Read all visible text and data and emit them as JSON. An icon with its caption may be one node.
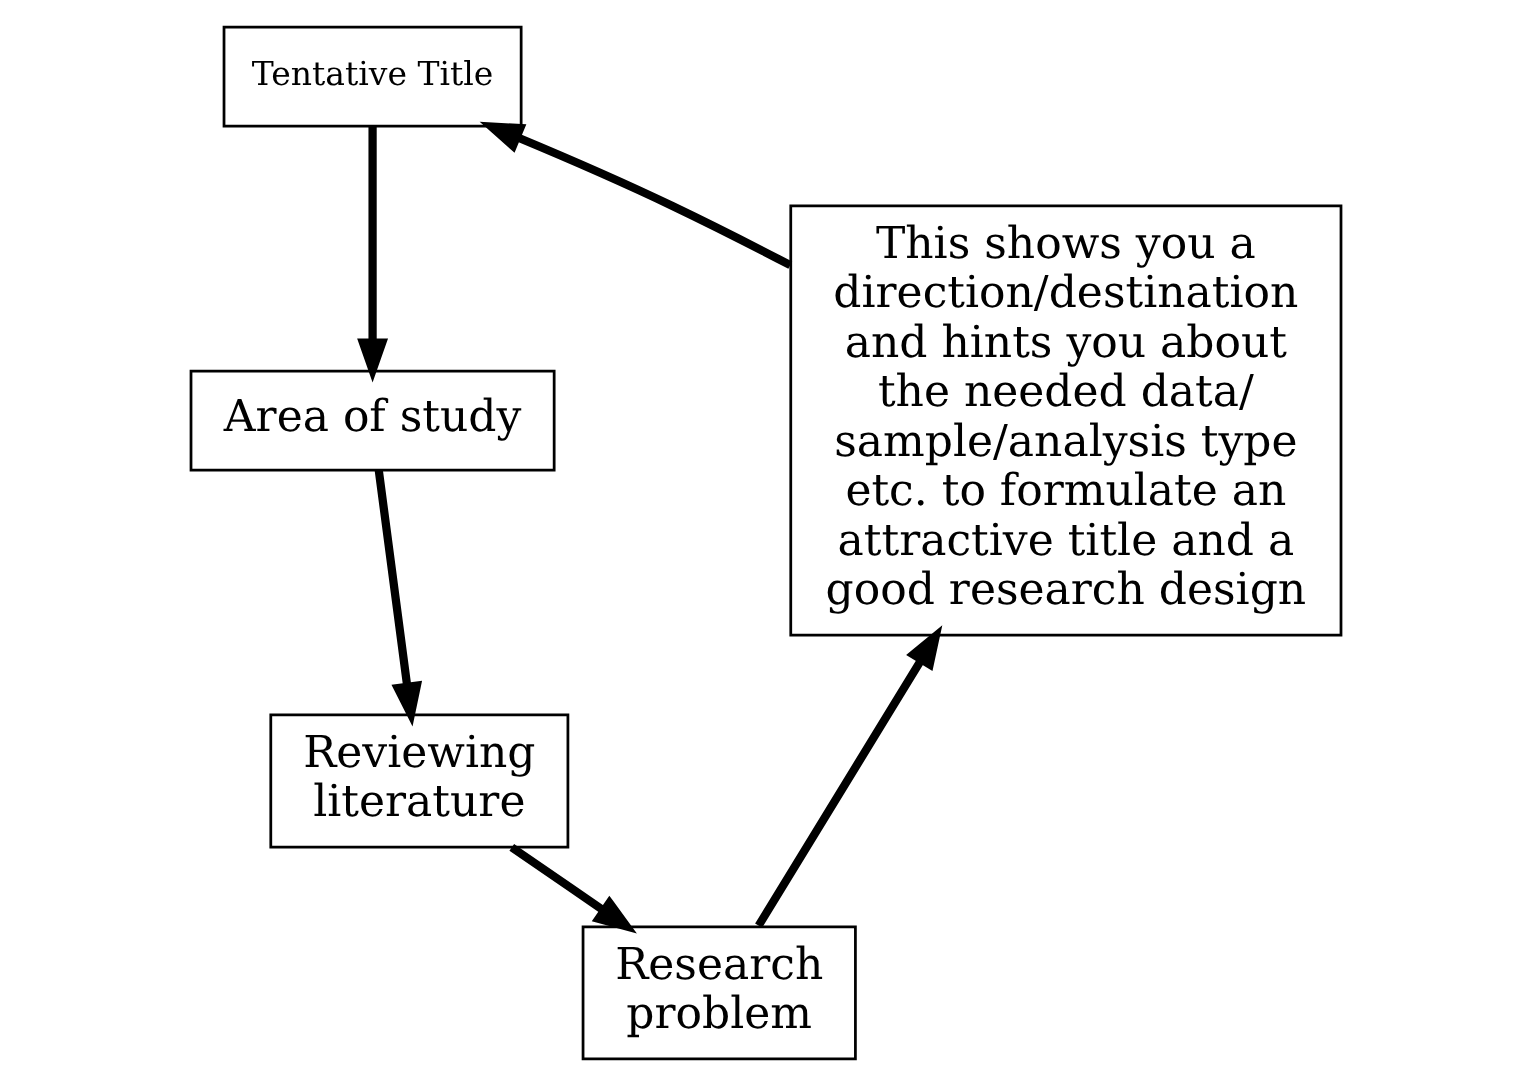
{
  "diagram": {
    "nodes": [
      {
        "text": [
          "Tentative Title"
        ]
      },
      {
        "text": [
          "Area of study"
        ]
      },
      {
        "text": [
          "Reviewing literature"
        ]
      },
      {
        "text": [
          "Research problem"
        ]
      },
      {
        "text": [
          "This shows you a direction/destination and hints you about the needed data/ sample/analysis type etc. to formulate an attractive title and a good research design"
        ]
      }
    ],
    "edges": [
      {
        "from": 0,
        "to": 1,
        "arrow": "to"
      },
      {
        "from": 1,
        "to": 2,
        "arrow": "to"
      },
      {
        "from": 2,
        "to": 3,
        "arrow": "to"
      },
      {
        "from": 3,
        "to": 4,
        "arrow": "to"
      },
      {
        "from": 4,
        "to": 0,
        "arrow": "to"
      }
    ]
  }
}
